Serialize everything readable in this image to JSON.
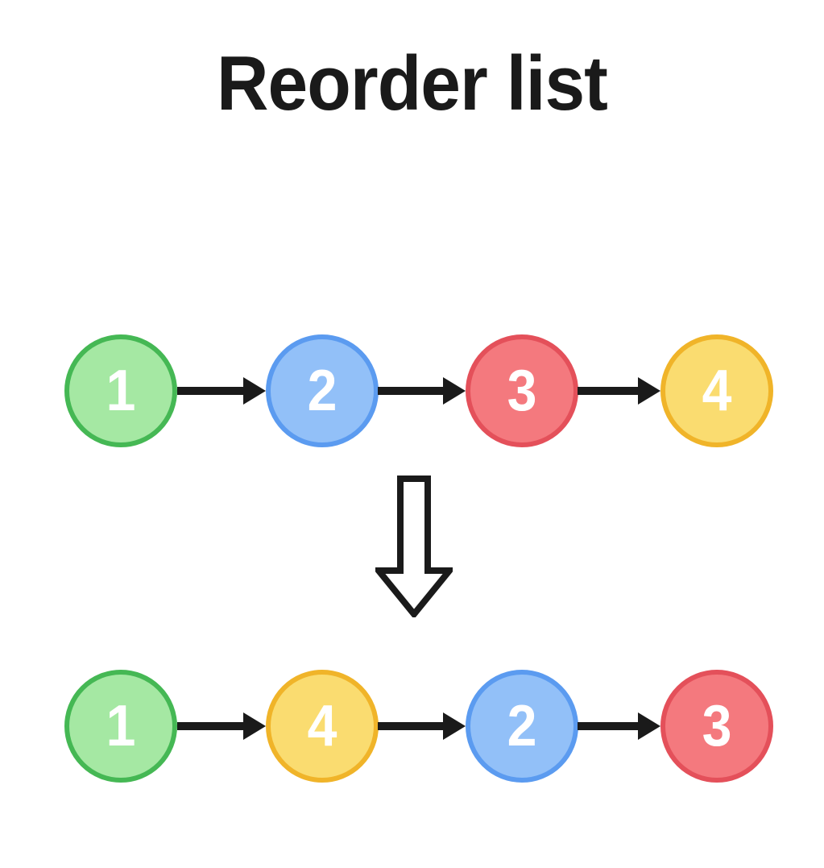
{
  "page": {
    "title": "Reorder list",
    "background_color": "#ffffff",
    "title_color": "#1a1a1a"
  },
  "palette": {
    "green_fill": "#a5e8a3",
    "green_border": "#45b854",
    "blue_fill": "#92c0f8",
    "blue_border": "#5b9bf0",
    "red_fill": "#f4797e",
    "red_border": "#e4505a",
    "yellow_fill": "#fadc70",
    "yellow_border": "#f0b429",
    "arrow_color": "#1a1a1a",
    "node_label_color": "#ffffff"
  },
  "diagram": {
    "type": "linked-list-transformation",
    "transition_icon": "down-arrow-icon",
    "rows": [
      {
        "name": "before",
        "nodes": [
          {
            "label": "1",
            "color": "green"
          },
          {
            "label": "2",
            "color": "blue"
          },
          {
            "label": "3",
            "color": "red"
          },
          {
            "label": "4",
            "color": "yellow"
          }
        ],
        "connectors": [
          "arrow-right-icon",
          "arrow-right-icon",
          "arrow-right-icon"
        ]
      },
      {
        "name": "after",
        "nodes": [
          {
            "label": "1",
            "color": "green"
          },
          {
            "label": "4",
            "color": "yellow"
          },
          {
            "label": "2",
            "color": "blue"
          },
          {
            "label": "3",
            "color": "red"
          }
        ],
        "connectors": [
          "arrow-right-icon",
          "arrow-right-icon",
          "arrow-right-icon"
        ]
      }
    ]
  }
}
